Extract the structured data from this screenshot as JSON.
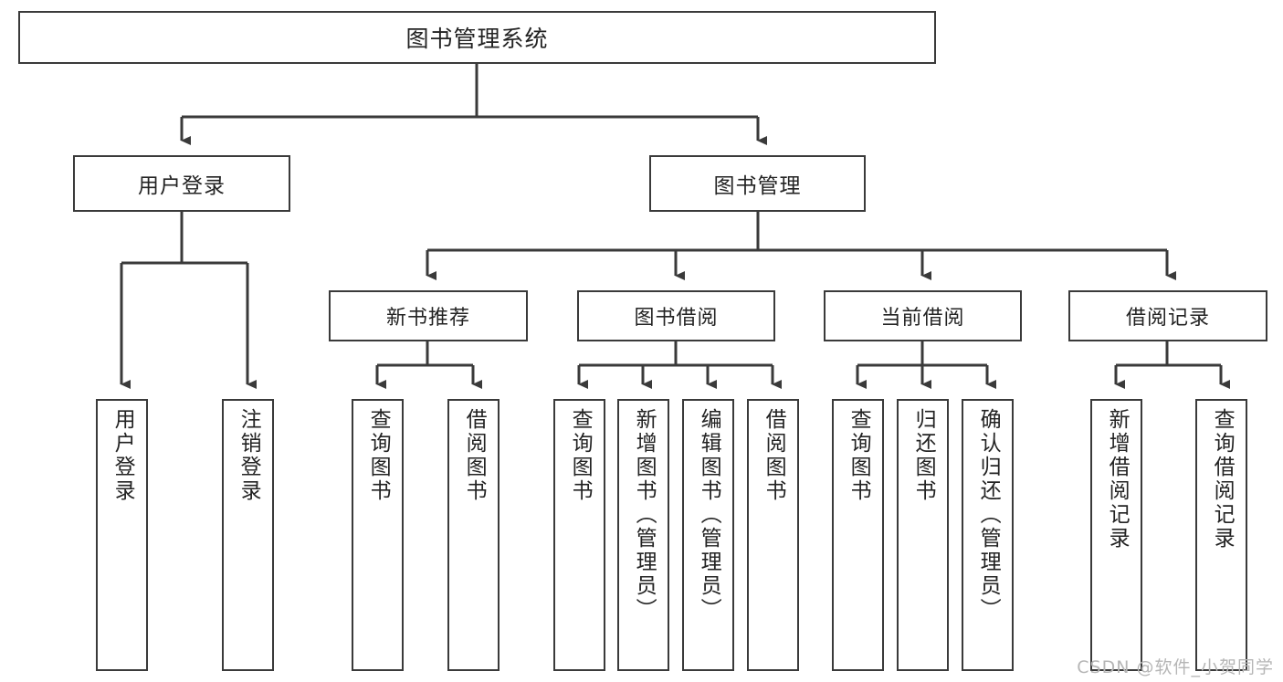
{
  "diagram": {
    "type": "tree",
    "title": "图书管理系统",
    "root": {
      "label": "图书管理系统"
    },
    "level2": [
      {
        "label": "用户登录"
      },
      {
        "label": "图书管理"
      }
    ],
    "level3": [
      {
        "label": "新书推荐"
      },
      {
        "label": "图书借阅"
      },
      {
        "label": "当前借阅"
      },
      {
        "label": "借阅记录"
      }
    ],
    "leaves": {
      "user_login": [
        {
          "label": "用户登录"
        },
        {
          "label": "注销登录"
        }
      ],
      "new_book": [
        {
          "label": "查询图书"
        },
        {
          "label": "借阅图书"
        }
      ],
      "book_borrow": [
        {
          "label": "查询图书"
        },
        {
          "label": "新增图书（管理员）"
        },
        {
          "label": "编辑图书（管理员）"
        },
        {
          "label": "借阅图书"
        }
      ],
      "current_borrow": [
        {
          "label": "查询图书"
        },
        {
          "label": "归还图书"
        },
        {
          "label": "确认归还（管理员）"
        }
      ],
      "borrow_record": [
        {
          "label": "新增借阅记录"
        },
        {
          "label": "查询借阅记录"
        }
      ]
    }
  },
  "watermark": {
    "text": "CSDN @软件_小贺同学"
  },
  "colors": {
    "stroke": "#3a3a3a",
    "fill": "#ffffff",
    "text": "#232323",
    "watermark": "#b6b6b6"
  }
}
